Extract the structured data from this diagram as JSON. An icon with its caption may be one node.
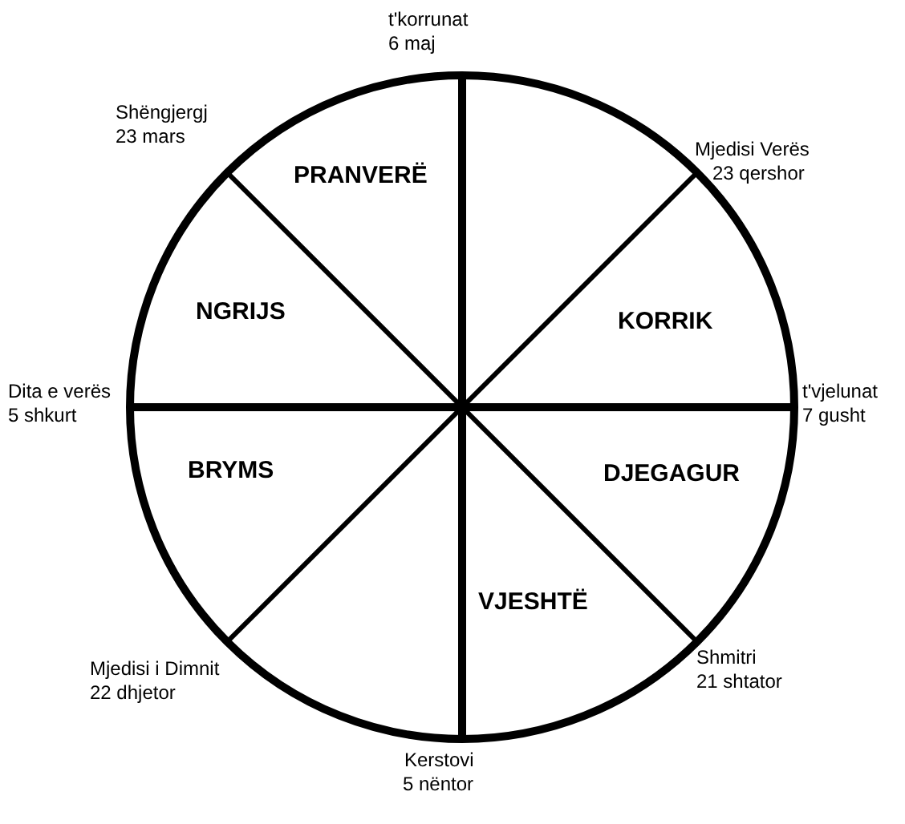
{
  "diagram": {
    "labels": [
      "t'korrunat",
      "6 maj",
      "Shëngjergj",
      "23 mars",
      "Mjedisi Verës",
      "23 qershor",
      "PRANVERË",
      "NGRIJS",
      "KORRIK",
      "Dita e verës",
      "5 shkurt",
      "t'vjelunat",
      "7 gusht",
      "BRYMS",
      "DJEGAGUR",
      "VJESHTË",
      "Shmitri",
      "21 shtator",
      "Mjedisi i Dimnit",
      "22 dhjetor",
      "Kerstovi",
      "5 nëntor"
    ]
  }
}
